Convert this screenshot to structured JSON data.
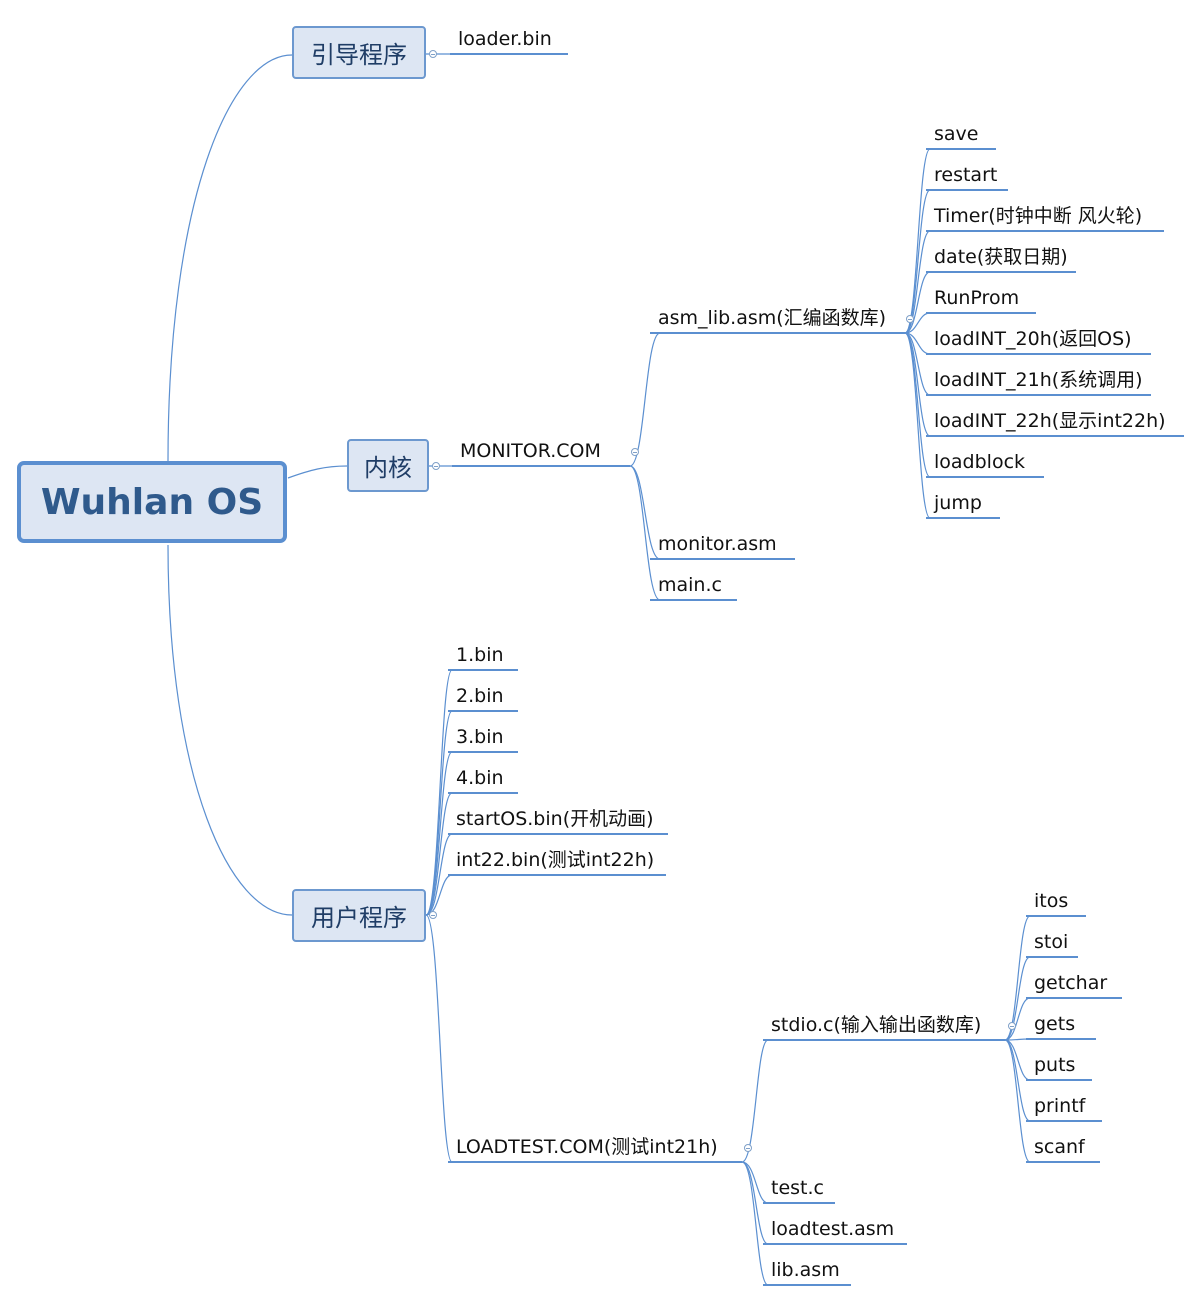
{
  "root": "Wuhlan OS",
  "branches": {
    "boot": {
      "label": "引导程序",
      "children": [
        "loader.bin"
      ]
    },
    "kernel": {
      "label": "内核",
      "monitor": {
        "label": "MONITOR.COM",
        "asm_lib": {
          "label": "asm_lib.asm(汇编函数库)",
          "children": [
            "save",
            "restart",
            "Timer(时钟中断 风火轮)",
            "date(获取日期)",
            "RunProm",
            "loadINT_20h(返回OS)",
            "loadINT_21h(系统调用)",
            "loadINT_22h(显示int22h)",
            "loadblock",
            "jump"
          ]
        },
        "children": [
          "monitor.asm",
          "main.c"
        ]
      }
    },
    "user": {
      "label": "用户程序",
      "children": [
        "1.bin",
        "2.bin",
        "3.bin",
        "4.bin",
        "startOS.bin(开机动画)",
        "int22.bin(测试int22h)"
      ],
      "loadtest": {
        "label": "LOADTEST.COM(测试int21h)",
        "stdio": {
          "label": "stdio.c(输入输出函数库)",
          "children": [
            "itos",
            "stoi",
            "getchar",
            "gets",
            "puts",
            "printf",
            "scanf"
          ]
        },
        "children": [
          "test.c",
          "loadtest.asm",
          "lib.asm"
        ]
      }
    }
  }
}
